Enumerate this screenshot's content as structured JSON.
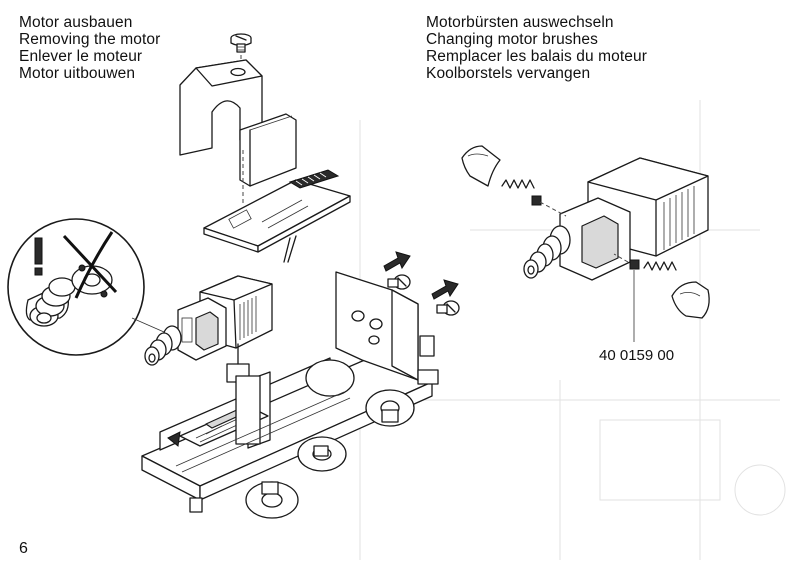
{
  "headings": {
    "remove_motor": [
      "Motor ausbauen",
      "Removing the motor",
      "Enlever le moteur",
      "Motor uitbouwen"
    ],
    "change_brushes": [
      "Motorbürsten auswechseln",
      "Changing motor brushes",
      "Remplacer les balais du moteur",
      "Koolborstels vervangen"
    ]
  },
  "part_number": "40 0159 00",
  "page_number": "6"
}
